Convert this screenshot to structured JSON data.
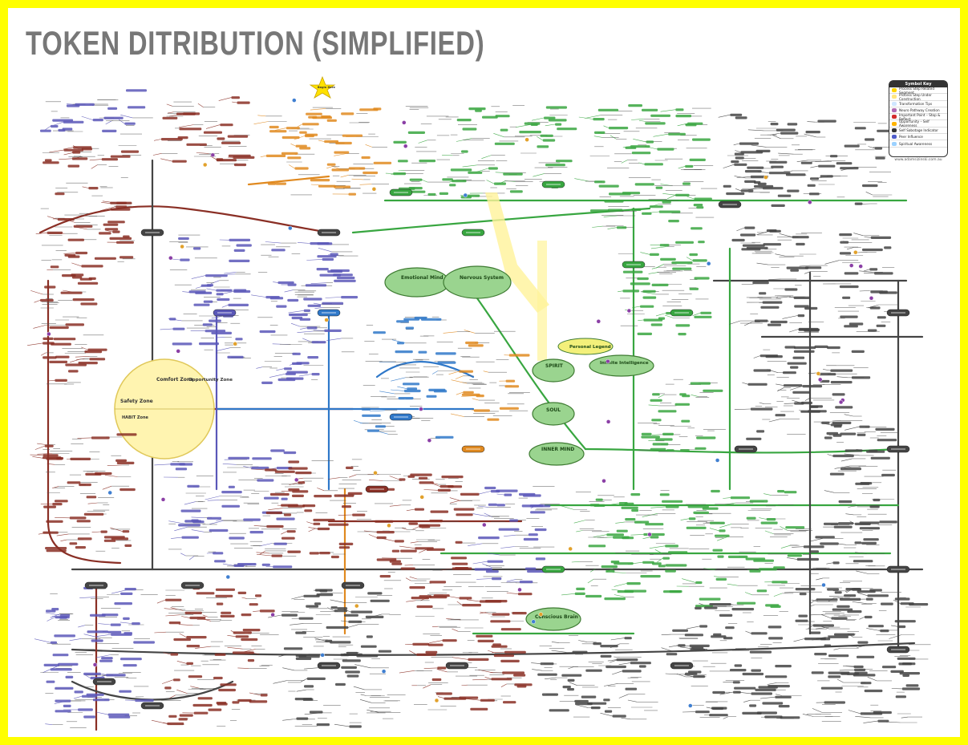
{
  "title": "TOKEN DITRIBUTION (SIMPLIFIED)",
  "colors": {
    "frame": "#ffff00",
    "title": "#777777",
    "purple": "#5a57b8",
    "blue": "#2f78c9",
    "brown": "#8a2f25",
    "orange": "#e0891f",
    "green": "#38a640",
    "olive": "#3e7b32",
    "gray": "#444444"
  },
  "symbol_key": {
    "title": "Symbol Key",
    "items": [
      "Process Step Related Segment",
      "Process Step Under Construction",
      "Transformation Tips",
      "Neuro Pathway Creation",
      "Important Point – Stop & Reflect",
      "Opportunity – Self Awareness",
      "Self Sabotage Indicator",
      "Peer Influence",
      "Spiritual Awareness"
    ],
    "url": "www.adamsizinski.com.au"
  },
  "nodes": {
    "start": "Begin Here",
    "emotional_mind": "Emotional Mind",
    "nervous_system": "Nervous System",
    "spirit": "SPIRIT",
    "soul": "SOUL",
    "inner_mind": "INNER MIND",
    "infinite_intelligence": "Infinite Intelligence",
    "personal_legend": "Personal Legend",
    "conscious_brain": "Conscious Brain",
    "comfort_zone": "Comfort Zone",
    "opportunity_zone": "Opportunity Zone",
    "safety_zone": "Safety Zone",
    "habit_zone": "HABIT Zone"
  }
}
